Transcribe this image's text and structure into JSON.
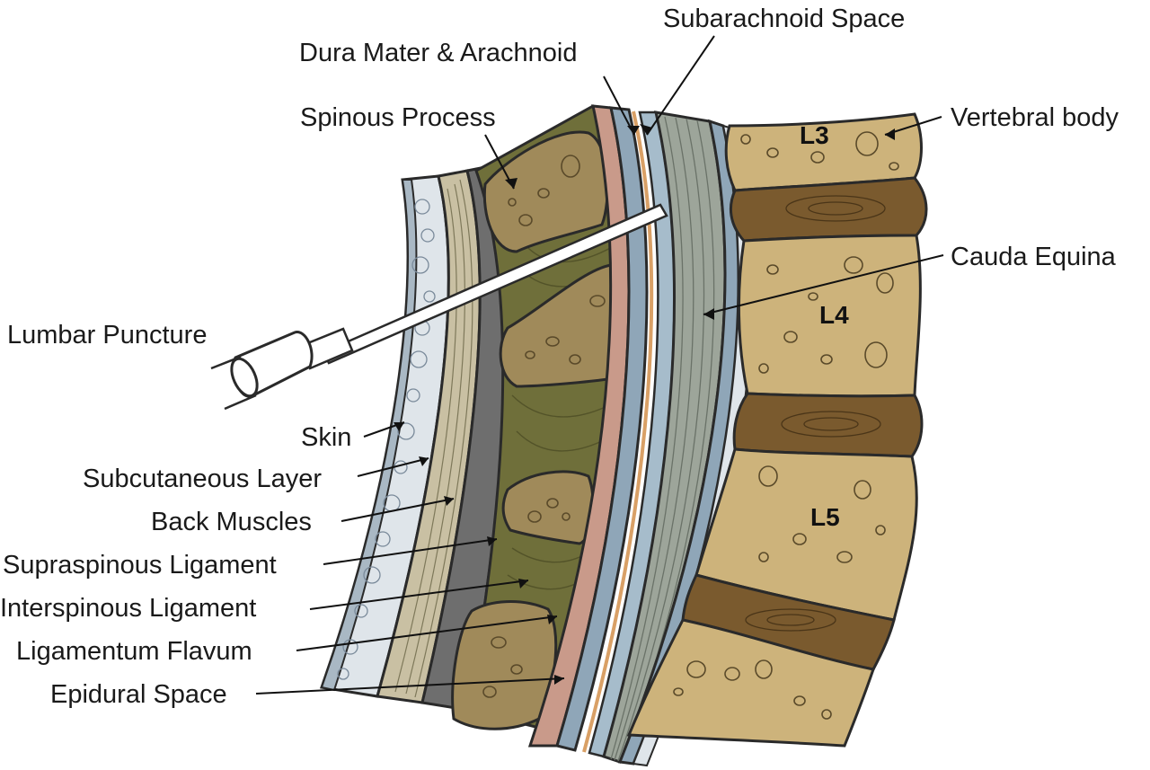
{
  "labels": {
    "subarachnoid_space": "Subarachnoid Space",
    "dura_mater_arachnoid": "Dura Mater & Arachnoid",
    "spinous_process": "Spinous Process",
    "vertebral_body": "Vertebral body",
    "cauda_equina": "Cauda Equina",
    "lumbar_puncture": "Lumbar Puncture",
    "skin": "Skin",
    "subcutaneous_layer": "Subcutaneous Layer",
    "back_muscles": "Back Muscles",
    "supraspinous_ligament": "Supraspinous Ligament",
    "interspinous_ligament": "Interspinous Ligament",
    "ligamentum_flavum": "Ligamentum Flavum",
    "epidural_space": "Epidural Space"
  },
  "vertebrae": {
    "l3": "L3",
    "l4": "L4",
    "l5": "L5"
  },
  "colors": {
    "skin": "#a9b8c4",
    "subcutaneous": "#dfe5ea",
    "muscle": "#c9c0a3",
    "supraspinous": "#6e6e6e",
    "interspinous": "#6f6f3a",
    "bone": "#cdb37b",
    "disc": "#7a5a2e",
    "epidural": "#c99a8a",
    "dura": "#8fa6b8",
    "cauda": "#9da59a"
  }
}
